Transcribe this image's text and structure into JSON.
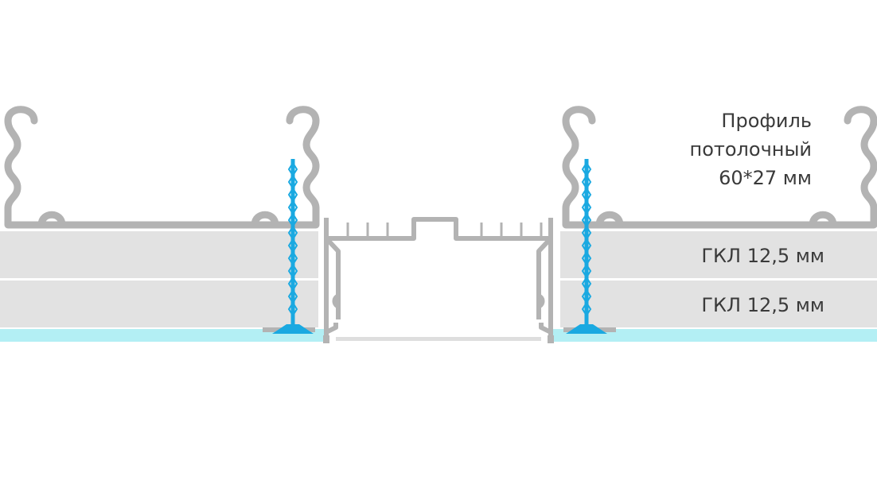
{
  "labels": {
    "profile_line1": "Профиль",
    "profile_line2": "потолочный",
    "profile_line3": "60*27 мм",
    "gkl_layer_1": "ГКЛ 12,5 мм",
    "gkl_layer_2": "ГКЛ 12,5 мм"
  },
  "colors": {
    "profile_gray": "#b3b3b3",
    "board_fill": "#e2e2e2",
    "finish_layer": "#b3eff4",
    "screw_blue": "#1aa9e1",
    "text": "#3a3a3a"
  },
  "icons": [
    "ceiling-profile-icon",
    "drywall-screw-icon",
    "led-aluminum-profile-icon"
  ]
}
